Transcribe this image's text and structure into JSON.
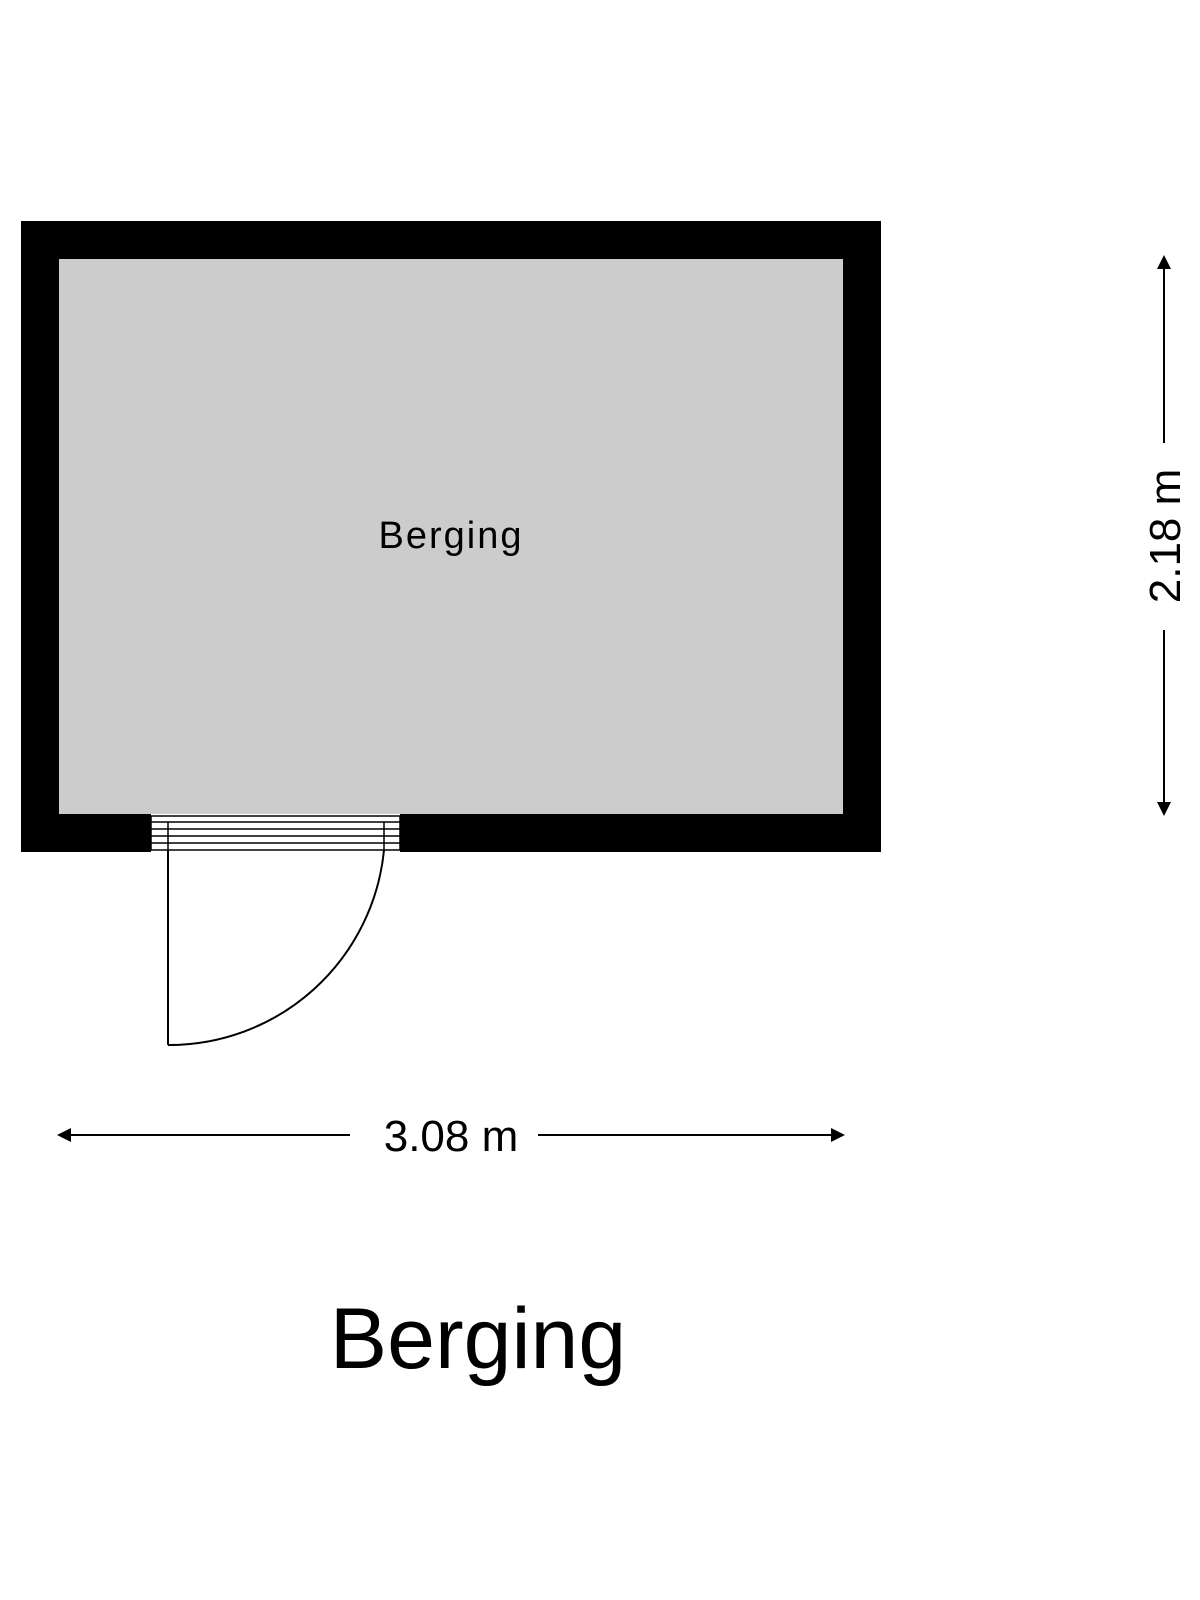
{
  "plan": {
    "room_label": "Berging",
    "width_dimension": "3.08 m",
    "height_dimension": "2.18 m",
    "title": "Berging"
  },
  "colors": {
    "wall": "#000000",
    "floor": "#cccccc",
    "background": "#ffffff",
    "line": "#000000"
  }
}
